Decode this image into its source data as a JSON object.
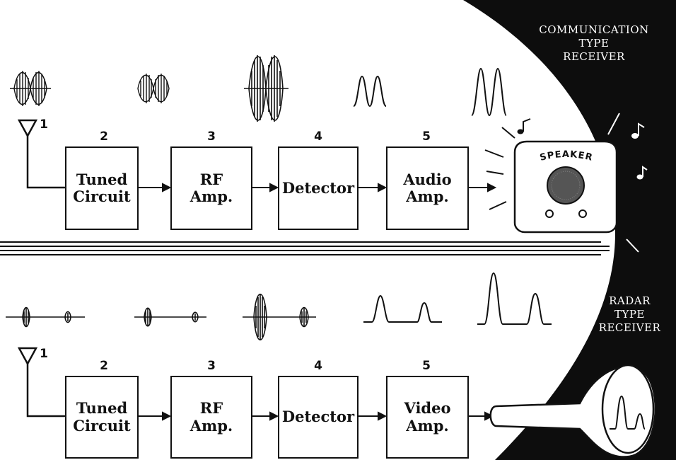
{
  "communication": {
    "label": "COMMUNICATION\nTYPE\nRECEIVER",
    "antenna_number": "1",
    "speaker_label": "SPEAKER",
    "blocks": [
      {
        "number": "2",
        "label": "Tuned\nCircuit"
      },
      {
        "number": "3",
        "label": "RF\nAmp."
      },
      {
        "number": "4",
        "label": "Detector"
      },
      {
        "number": "5",
        "label": "Audio\nAmp."
      }
    ]
  },
  "radar": {
    "label": "RADAR\nTYPE\nRECEIVER",
    "antenna_number": "1",
    "blocks": [
      {
        "number": "2",
        "label": "Tuned\nCircuit"
      },
      {
        "number": "3",
        "label": "RF\nAmp."
      },
      {
        "number": "4",
        "label": "Detector"
      },
      {
        "number": "5",
        "label": "Video\nAmp."
      }
    ]
  }
}
